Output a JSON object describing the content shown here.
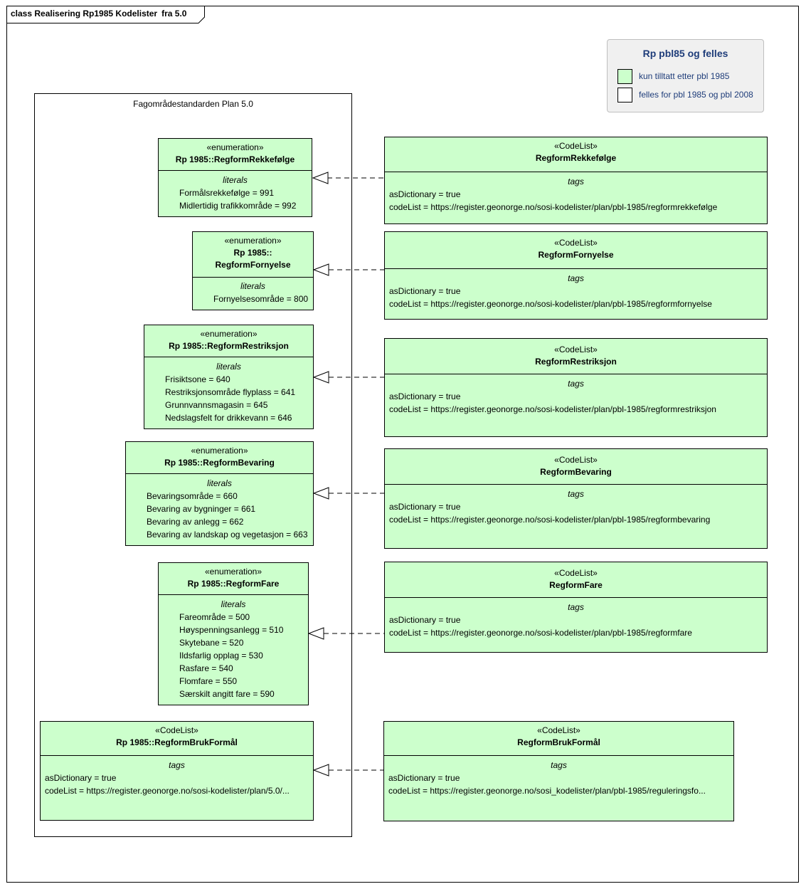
{
  "frame": {
    "label": "class Realisering Rp1985 Kodelister",
    "version": "fra 5.0"
  },
  "package": {
    "title": "Fagområdestandarden Plan 5.0"
  },
  "legend": {
    "title": "Rp pbl85 og felles",
    "items": [
      {
        "label": "kun tilltatt etter pbl 1985",
        "color": "#ccffcc"
      },
      {
        "label": "felles for pbl 1985 og pbl 2008",
        "color": "#ffffff"
      }
    ]
  },
  "enums": [
    {
      "stereotype": "«enumeration»",
      "name_lines": [
        "Rp 1985::RegformRekkefølge"
      ],
      "section": "literals",
      "items": [
        "Formålsrekkefølge = 991",
        "Midlertidig trafikkområde = 992"
      ]
    },
    {
      "stereotype": "«enumeration»",
      "name_lines": [
        "Rp 1985::",
        "RegformFornyelse"
      ],
      "section": "literals",
      "items": [
        "Fornyelsesområde = 800"
      ]
    },
    {
      "stereotype": "«enumeration»",
      "name_lines": [
        "Rp 1985::RegformRestriksjon"
      ],
      "section": "literals",
      "items": [
        "Frisiktsone = 640",
        "Restriksjonsområde flyplass = 641",
        "Grunnvannsmagasin = 645",
        "Nedslagsfelt for drikkevann = 646"
      ]
    },
    {
      "stereotype": "«enumeration»",
      "name_lines": [
        "Rp 1985::RegformBevaring"
      ],
      "section": "literals",
      "items": [
        "Bevaringsområde = 660",
        "Bevaring av bygninger = 661",
        "Bevaring av anlegg = 662",
        "Bevaring av landskap og vegetasjon = 663"
      ]
    },
    {
      "stereotype": "«enumeration»",
      "name_lines": [
        "Rp 1985::RegformFare"
      ],
      "section": "literals",
      "items": [
        "Fareområde = 500",
        "Høyspenningsanlegg = 510",
        "Skytebane = 520",
        "Ildsfarlig opplag = 530",
        "Rasfare = 540",
        "Flomfare = 550",
        "Særskilt angitt fare = 590"
      ]
    },
    {
      "stereotype": "«CodeList»",
      "name_lines": [
        "Rp 1985::RegformBrukFormål"
      ],
      "section": "tags",
      "items": [
        "asDictionary = true",
        "codeList = https://register.geonorge.no/sosi-kodelister/plan/5.0/..."
      ]
    }
  ],
  "codelists": [
    {
      "stereotype": "«CodeList»",
      "name": "RegformRekkefølge",
      "section": "tags",
      "items": [
        "asDictionary = true",
        "codeList = https://register.geonorge.no/sosi-kodelister/plan/pbl-1985/regformrekkefølge"
      ]
    },
    {
      "stereotype": "«CodeList»",
      "name": "RegformFornyelse",
      "section": "tags",
      "items": [
        "asDictionary = true",
        "codeList = https://register.geonorge.no/sosi-kodelister/plan/pbl-1985/regformfornyelse"
      ]
    },
    {
      "stereotype": "«CodeList»",
      "name": "RegformRestriksjon",
      "section": "tags",
      "items": [
        "asDictionary = true",
        "codeList = https://register.geonorge.no/sosi-kodelister/plan/pbl-1985/regformrestriksjon"
      ]
    },
    {
      "stereotype": "«CodeList»",
      "name": "RegformBevaring",
      "section": "tags",
      "items": [
        "asDictionary = true",
        "codeList = https://register.geonorge.no/sosi-kodelister/plan/pbl-1985/regformbevaring"
      ]
    },
    {
      "stereotype": "«CodeList»",
      "name": "RegformFare",
      "section": "tags",
      "items": [
        "asDictionary = true",
        "codeList = https://register.geonorge.no/sosi-kodelister/plan/pbl-1985/regformfare"
      ]
    },
    {
      "stereotype": "«CodeList»",
      "name": "RegformBrukFormål",
      "section": "tags",
      "items": [
        "asDictionary = true",
        "codeList = https://register.geonorge.no/sosi_kodelister/plan/pbl-1985/reguleringsfo..."
      ]
    }
  ]
}
